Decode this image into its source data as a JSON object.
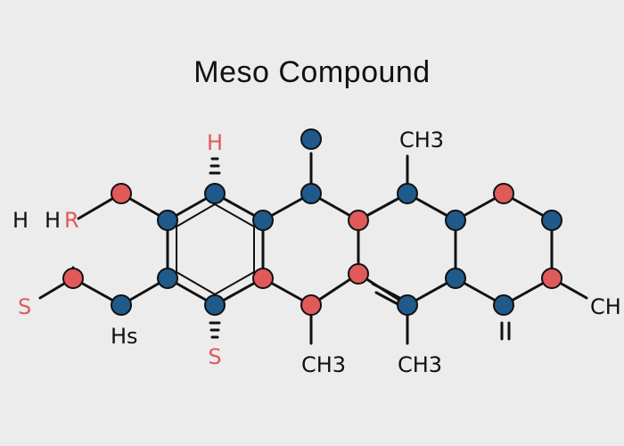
{
  "title": "Meso Compound",
  "colors": {
    "background": "#ececec",
    "bond": "#111111",
    "carbon_atom": "#1f5a8a",
    "hetero_atom": "#e05a5a",
    "label_dark": "#111111",
    "label_red": "#e05a5a"
  },
  "labels": {
    "h_top": "H",
    "ch3_top": "CH3",
    "h_left": "H",
    "hr_h": "H",
    "hr_r": "R",
    "s_left": "S",
    "hs_bottom": "Hs",
    "s_bottom": "S",
    "ch3_bottom_1": "CH3",
    "ch3_bottom_2": "CH3",
    "ch_right": "CH",
    "double_mark": "="
  }
}
